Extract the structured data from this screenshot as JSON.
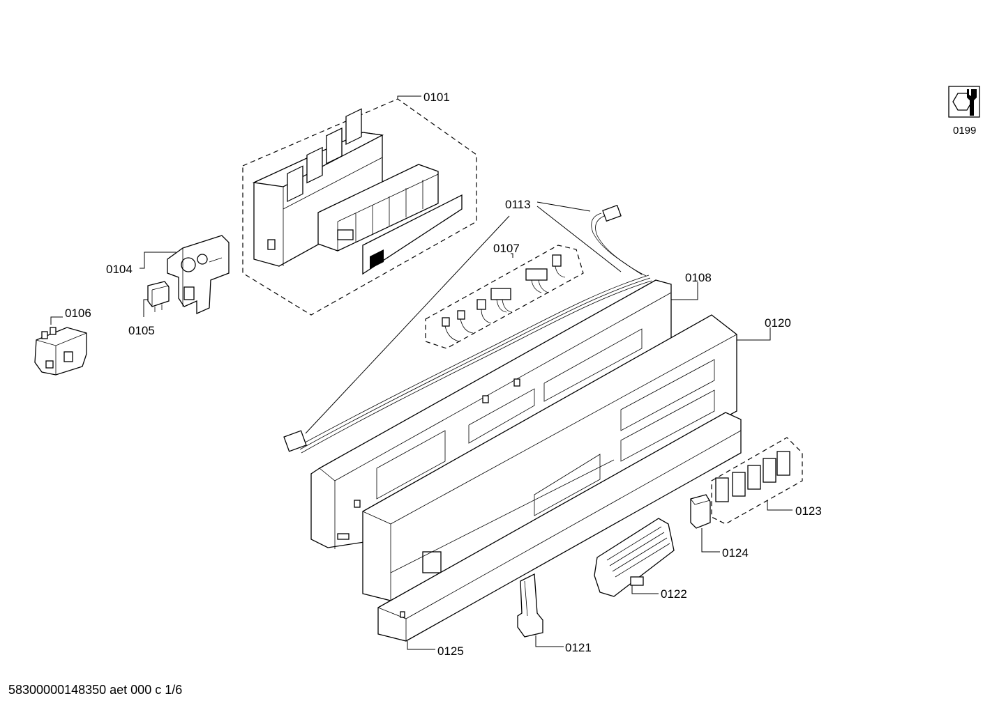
{
  "labels": {
    "p0101": "0101",
    "p0104": "0104",
    "p0105": "0105",
    "p0106": "0106",
    "p0107": "0107",
    "p0108": "0108",
    "p0113": "0113",
    "p0120": "0120",
    "p0121": "0121",
    "p0122": "0122",
    "p0123": "0123",
    "p0124": "0124",
    "p0125": "0125",
    "p0199": "0199"
  },
  "footer": "58300000148350 aet 000 c 1/6",
  "icons": {
    "service": "wrench-nut-icon"
  }
}
